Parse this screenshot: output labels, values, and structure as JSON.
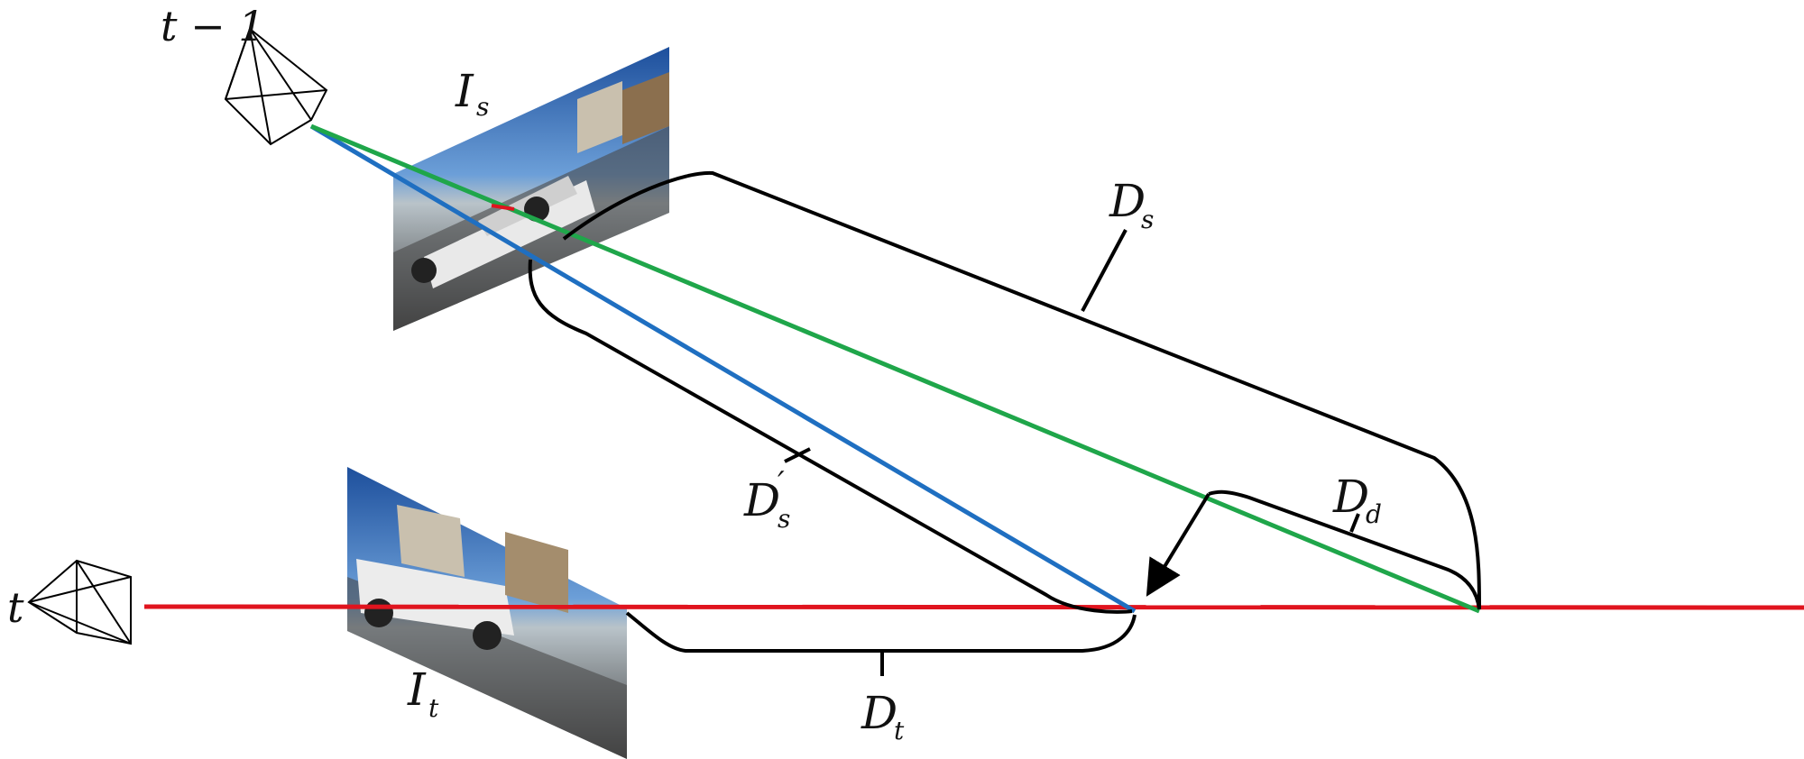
{
  "labels": {
    "frame_prev": "t − 1",
    "frame_curr": "t",
    "image_source": {
      "main": "I",
      "sub": "s"
    },
    "image_target": {
      "main": "I",
      "sub": "t"
    },
    "depth_source": {
      "main": "D",
      "sub": "s"
    },
    "depth_source_warped": {
      "main": "D",
      "sub": "s",
      "sup": "′"
    },
    "depth_target": {
      "main": "D",
      "sub": "t"
    },
    "depth_difference": {
      "main": "D",
      "sub": "d"
    }
  },
  "colors": {
    "ray_target": "#e0141e",
    "ray_source_blue": "#1f6fc1",
    "ray_source_green": "#1fa64a",
    "bracket": "#000000"
  },
  "icons": [
    "camera-frustum-icon",
    "photo-thumbnail"
  ]
}
